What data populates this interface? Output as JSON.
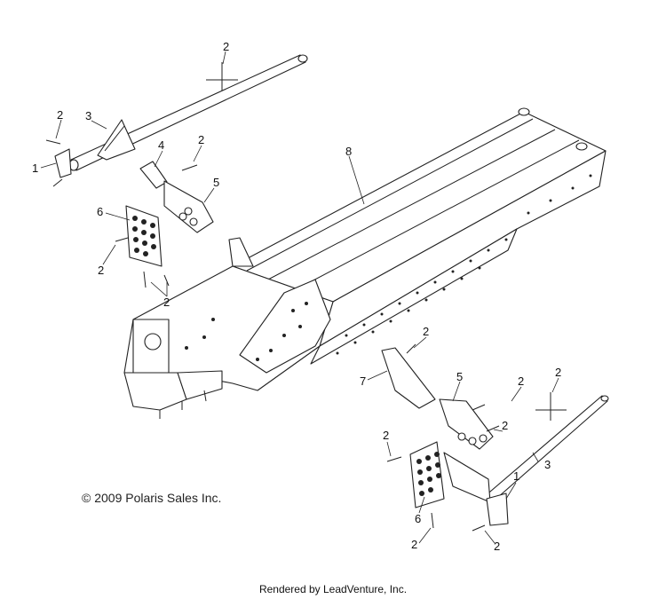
{
  "diagram": {
    "callout_numbers": {
      "one": "1",
      "two": "2",
      "three": "3",
      "four": "4",
      "five": "5",
      "six": "6",
      "seven": "7",
      "eight": "8"
    },
    "copyright": "© 2009 Polaris Sales Inc.",
    "credit": "Rendered by LeadVenture, Inc."
  }
}
